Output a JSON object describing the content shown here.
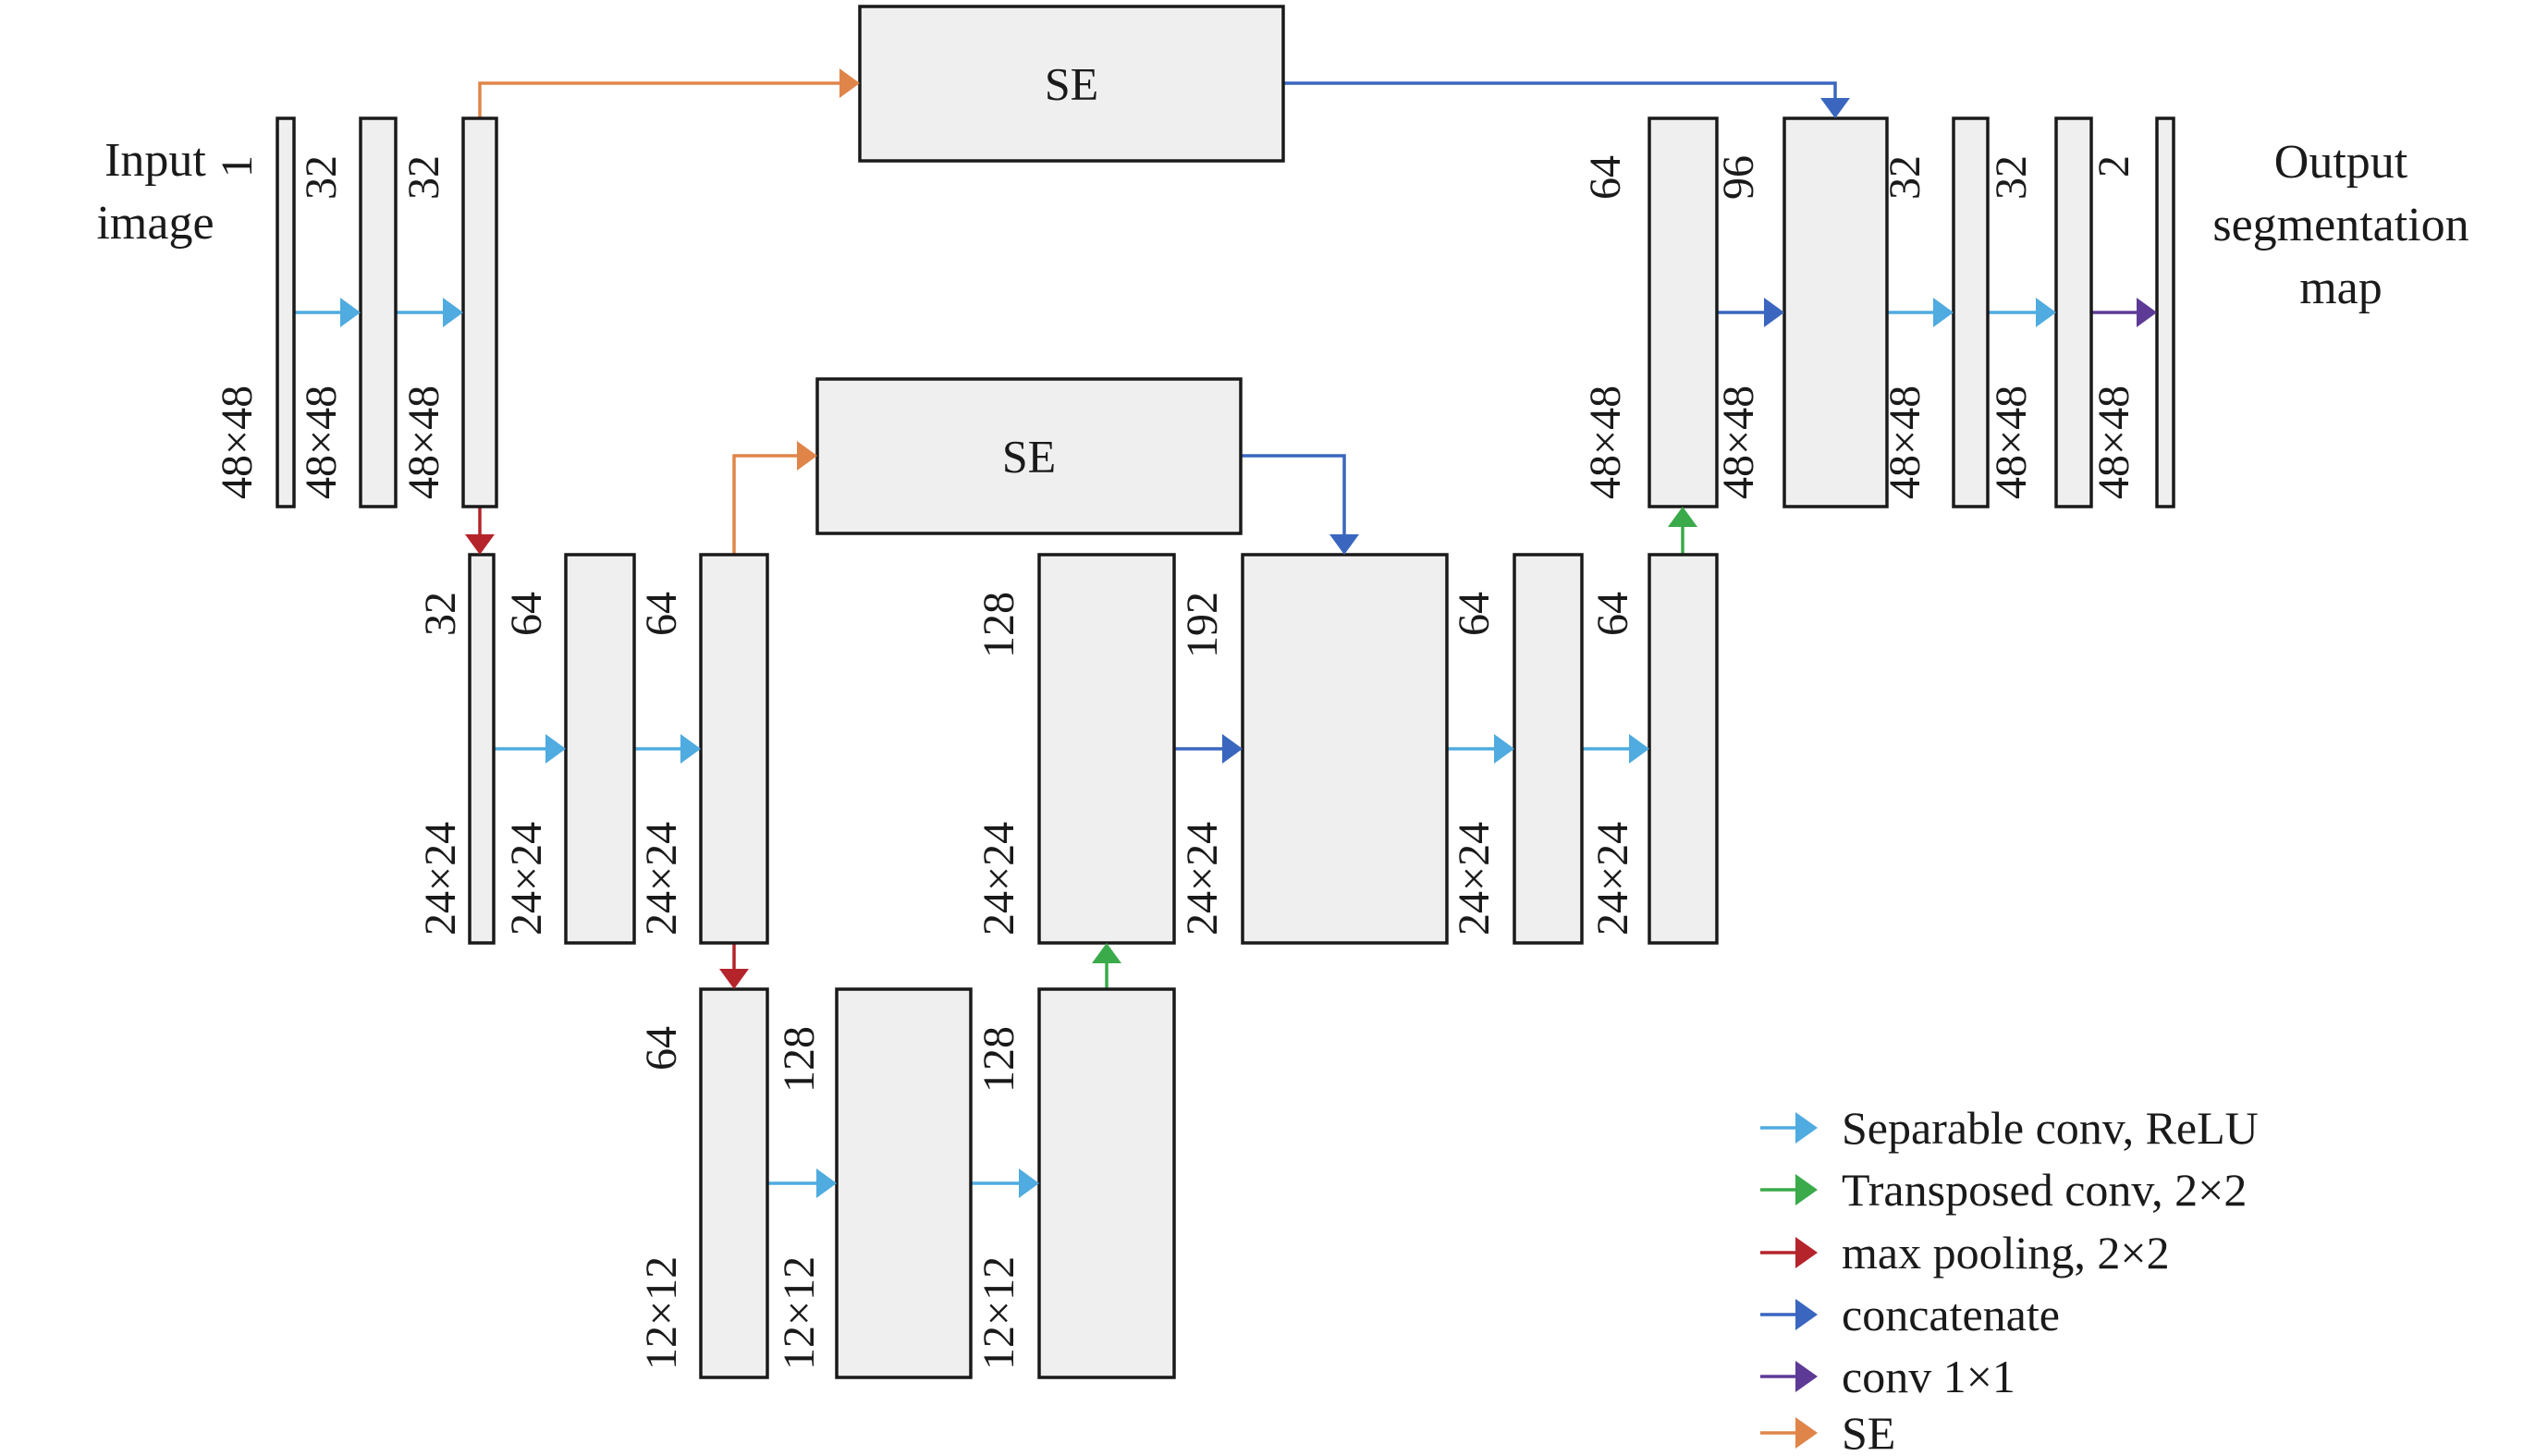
{
  "colors": {
    "separable_conv": "#4fabe0",
    "transposed_conv": "#3aaa4a",
    "max_pooling": "#b5242b",
    "concatenate": "#3a66bf",
    "conv1x1": "#5e3a97",
    "se": "#e0854a",
    "block_fill": "#efefef",
    "block_stroke": "#1a1a1a"
  },
  "input_label": [
    "Input",
    "image"
  ],
  "output_label": [
    "Output",
    "segmentation",
    "map"
  ],
  "se_blocks": [
    {
      "id": "se1",
      "label": "SE"
    },
    {
      "id": "se2",
      "label": "SE"
    }
  ],
  "blocks": [
    {
      "id": "b1",
      "channels": "1",
      "size": "48×48"
    },
    {
      "id": "b2",
      "channels": "32",
      "size": "48×48"
    },
    {
      "id": "b3",
      "channels": "32",
      "size": "48×48"
    },
    {
      "id": "b4",
      "channels": "32",
      "size": "24×24"
    },
    {
      "id": "b5",
      "channels": "64",
      "size": "24×24"
    },
    {
      "id": "b6",
      "channels": "64",
      "size": "24×24"
    },
    {
      "id": "b7",
      "channels": "64",
      "size": "12×12"
    },
    {
      "id": "b8",
      "channels": "128",
      "size": "12×12"
    },
    {
      "id": "b9",
      "channels": "128",
      "size": "12×12"
    },
    {
      "id": "b10",
      "channels": "128",
      "size": "24×24"
    },
    {
      "id": "b11",
      "channels": "192",
      "size": "24×24"
    },
    {
      "id": "b12",
      "channels": "64",
      "size": "24×24"
    },
    {
      "id": "b13",
      "channels": "64",
      "size": "24×24"
    },
    {
      "id": "b14",
      "channels": "64",
      "size": "48×48"
    },
    {
      "id": "b15",
      "channels": "96",
      "size": "48×48"
    },
    {
      "id": "b16",
      "channels": "32",
      "size": "48×48"
    },
    {
      "id": "b17",
      "channels": "32",
      "size": "48×48"
    },
    {
      "id": "b18",
      "channels": "2",
      "size": "48×48"
    }
  ],
  "legend": [
    {
      "key": "separable_conv",
      "label": "Separable conv, ReLU"
    },
    {
      "key": "transposed_conv",
      "label": "Transposed conv, 2×2"
    },
    {
      "key": "max_pooling",
      "label": "max pooling, 2×2"
    },
    {
      "key": "concatenate",
      "label": "concatenate"
    },
    {
      "key": "conv1x1",
      "label": "conv 1×1"
    },
    {
      "key": "se",
      "label": "SE"
    }
  ]
}
